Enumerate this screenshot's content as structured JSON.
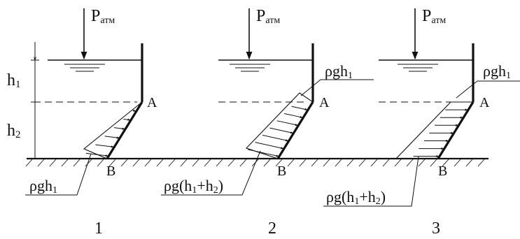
{
  "panels": [
    {
      "number": "1",
      "p_main": "P",
      "p_sub": "атм",
      "h1_main": "h",
      "h1_sub": "1",
      "h2_main": "h",
      "h2_sub": "2",
      "point_a": "A",
      "point_b": "B",
      "bottom_label": {
        "main": "ρgh",
        "sub": "1"
      }
    },
    {
      "number": "2",
      "p_main": "P",
      "p_sub": "атм",
      "point_a": "A",
      "point_b": "B",
      "top_label": {
        "main": "ρgh",
        "sub": "1"
      },
      "bottom_label_a": "ρg(h",
      "bottom_label_sub1": "1",
      "bottom_label_b": "+h",
      "bottom_label_sub2": "2",
      "bottom_label_c": ")"
    },
    {
      "number": "3",
      "p_main": "P",
      "p_sub": "атм",
      "point_a": "A",
      "point_b": "B",
      "top_label": {
        "main": "ρgh",
        "sub": "1"
      },
      "bottom_label_a": "ρg(h",
      "bottom_label_sub1": "1",
      "bottom_label_b": "+h",
      "bottom_label_sub2": "2",
      "bottom_label_c": ")"
    }
  ]
}
